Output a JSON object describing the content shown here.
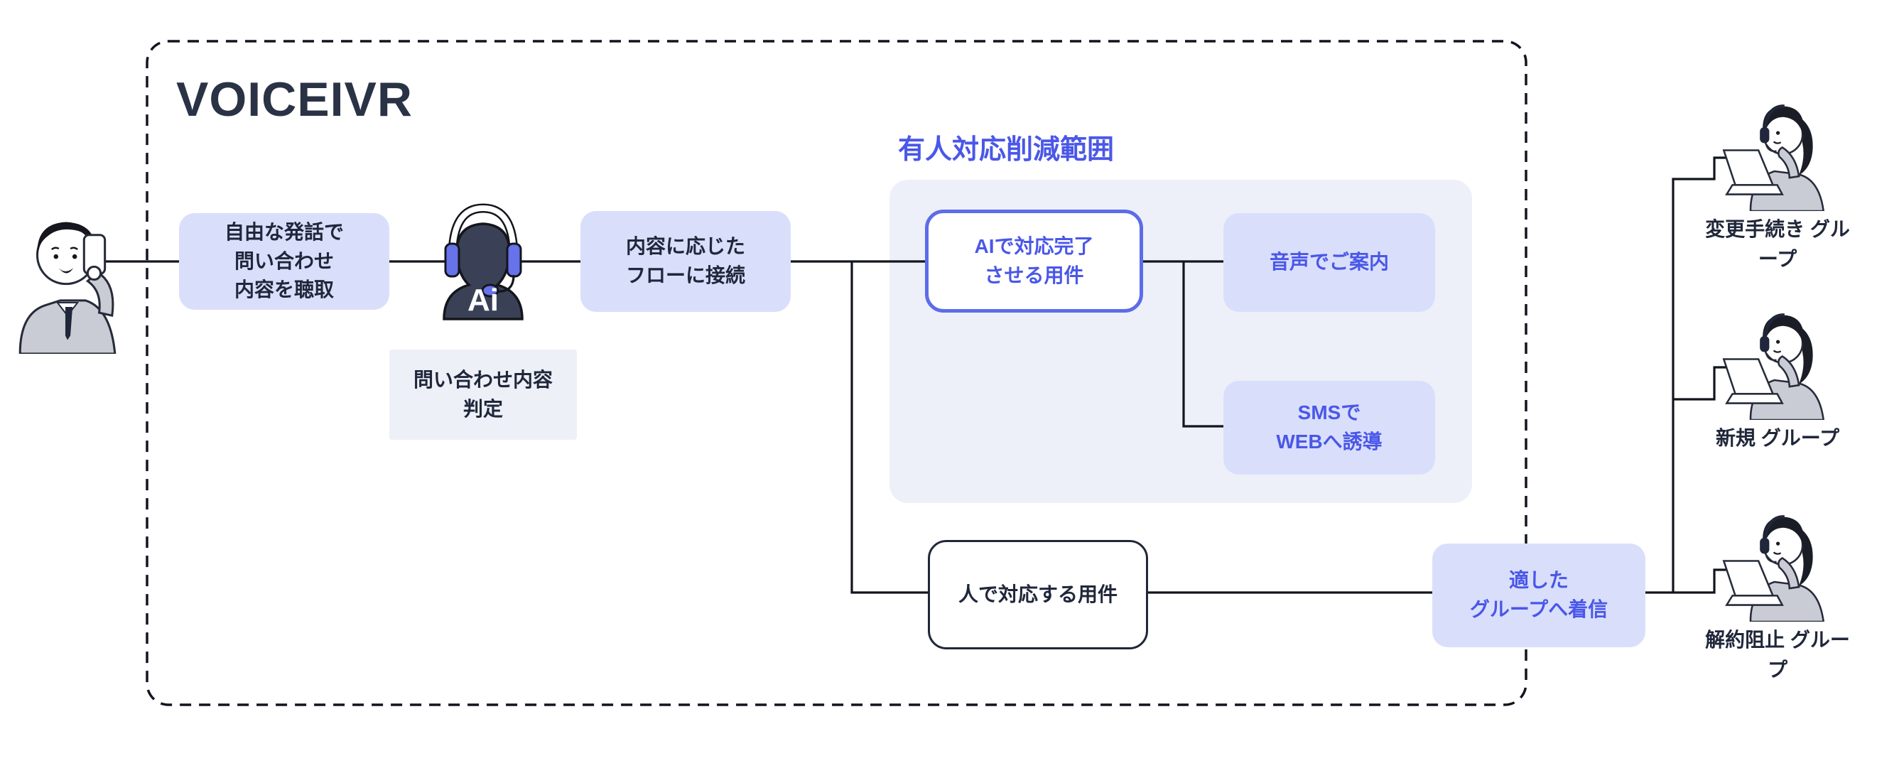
{
  "title": "VOICEIVR",
  "section": {
    "label": "有人対応削減範囲"
  },
  "nodes": {
    "listen": {
      "lines": [
        "自由な発話で",
        "問い合わせ",
        "内容を聴取"
      ]
    },
    "judge": {
      "lines": [
        "問い合わせ内容",
        "判定"
      ]
    },
    "connect": {
      "lines": [
        "内容に応じた",
        "フローに接続"
      ]
    },
    "ai_complete": {
      "lines": [
        "AIで対応完了",
        "させる用件"
      ]
    },
    "voice_guide": {
      "lines": [
        "音声でご案内"
      ]
    },
    "sms_web": {
      "lines": [
        "SMSで",
        "WEBへ誘導"
      ]
    },
    "human_handle": {
      "lines": [
        "人で対応する用件"
      ]
    },
    "route_group": {
      "lines": [
        "適した",
        "グループへ着信"
      ]
    }
  },
  "ai_agent": {
    "badge": "Ai"
  },
  "groups": [
    {
      "lines": [
        "変更手続き",
        "グループ"
      ]
    },
    {
      "lines": [
        "新規",
        "グループ"
      ]
    },
    {
      "lines": [
        "解約阻止",
        "グループ"
      ]
    }
  ],
  "colors": {
    "accent_blue": "#4a57e8",
    "lavender_box": "#d9dffb",
    "panel_bg": "#edf0f8",
    "outline_dark": "#12151f",
    "ai_silhouette": "#3a4157",
    "headset_accent": "#6673ea",
    "illustration_gray": "#c9ccd4"
  }
}
